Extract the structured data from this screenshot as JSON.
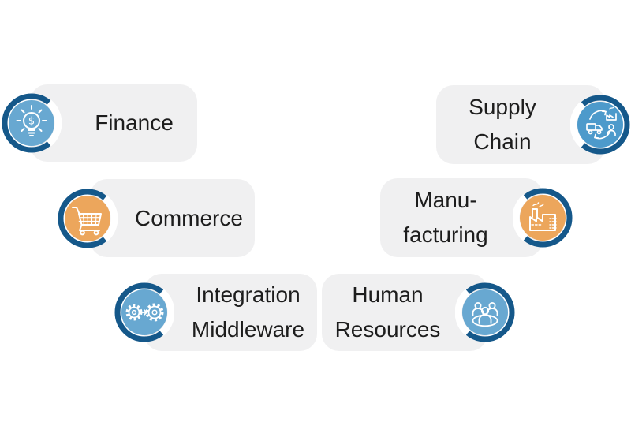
{
  "colors": {
    "card_bg": "#f0f0f1",
    "ring_blue": "#15588a",
    "light_blue": "#68a8d1",
    "medium_blue": "#4d9acb",
    "orange": "#eca65c",
    "text": "#1d1d1d",
    "icon_glyph": "#ffffff",
    "page_bg": "#ffffff"
  },
  "cards": [
    {
      "id": "finance",
      "label": "Finance",
      "lines": [
        "Finance"
      ],
      "icon": "lightbulb-dollar-icon",
      "icon_side": "left",
      "icon_color": "#68a8d1"
    },
    {
      "id": "supply-chain",
      "label": "Supply Chain",
      "lines": [
        "Supply",
        "Chain"
      ],
      "icon": "supply-cycle-icon",
      "icon_side": "right",
      "icon_color": "#4d9acb"
    },
    {
      "id": "commerce",
      "label": "Commerce",
      "lines": [
        "Commerce"
      ],
      "icon": "shopping-cart-icon",
      "icon_side": "left",
      "icon_color": "#eca65c"
    },
    {
      "id": "manufacturing",
      "label": "Manufacturing",
      "lines": [
        "Manu-",
        "facturing"
      ],
      "icon": "factory-icon",
      "icon_side": "right",
      "icon_color": "#eca65c"
    },
    {
      "id": "integration-middleware",
      "label": "Integration Middleware",
      "lines": [
        "Integration",
        "Middleware"
      ],
      "icon": "gears-arrow-icon",
      "icon_side": "left",
      "icon_color": "#68a8d1"
    },
    {
      "id": "human-resources",
      "label": "Human Resources",
      "lines": [
        "Human",
        "Resources"
      ],
      "icon": "people-group-icon",
      "icon_side": "right",
      "icon_color": "#68a8d1"
    }
  ]
}
